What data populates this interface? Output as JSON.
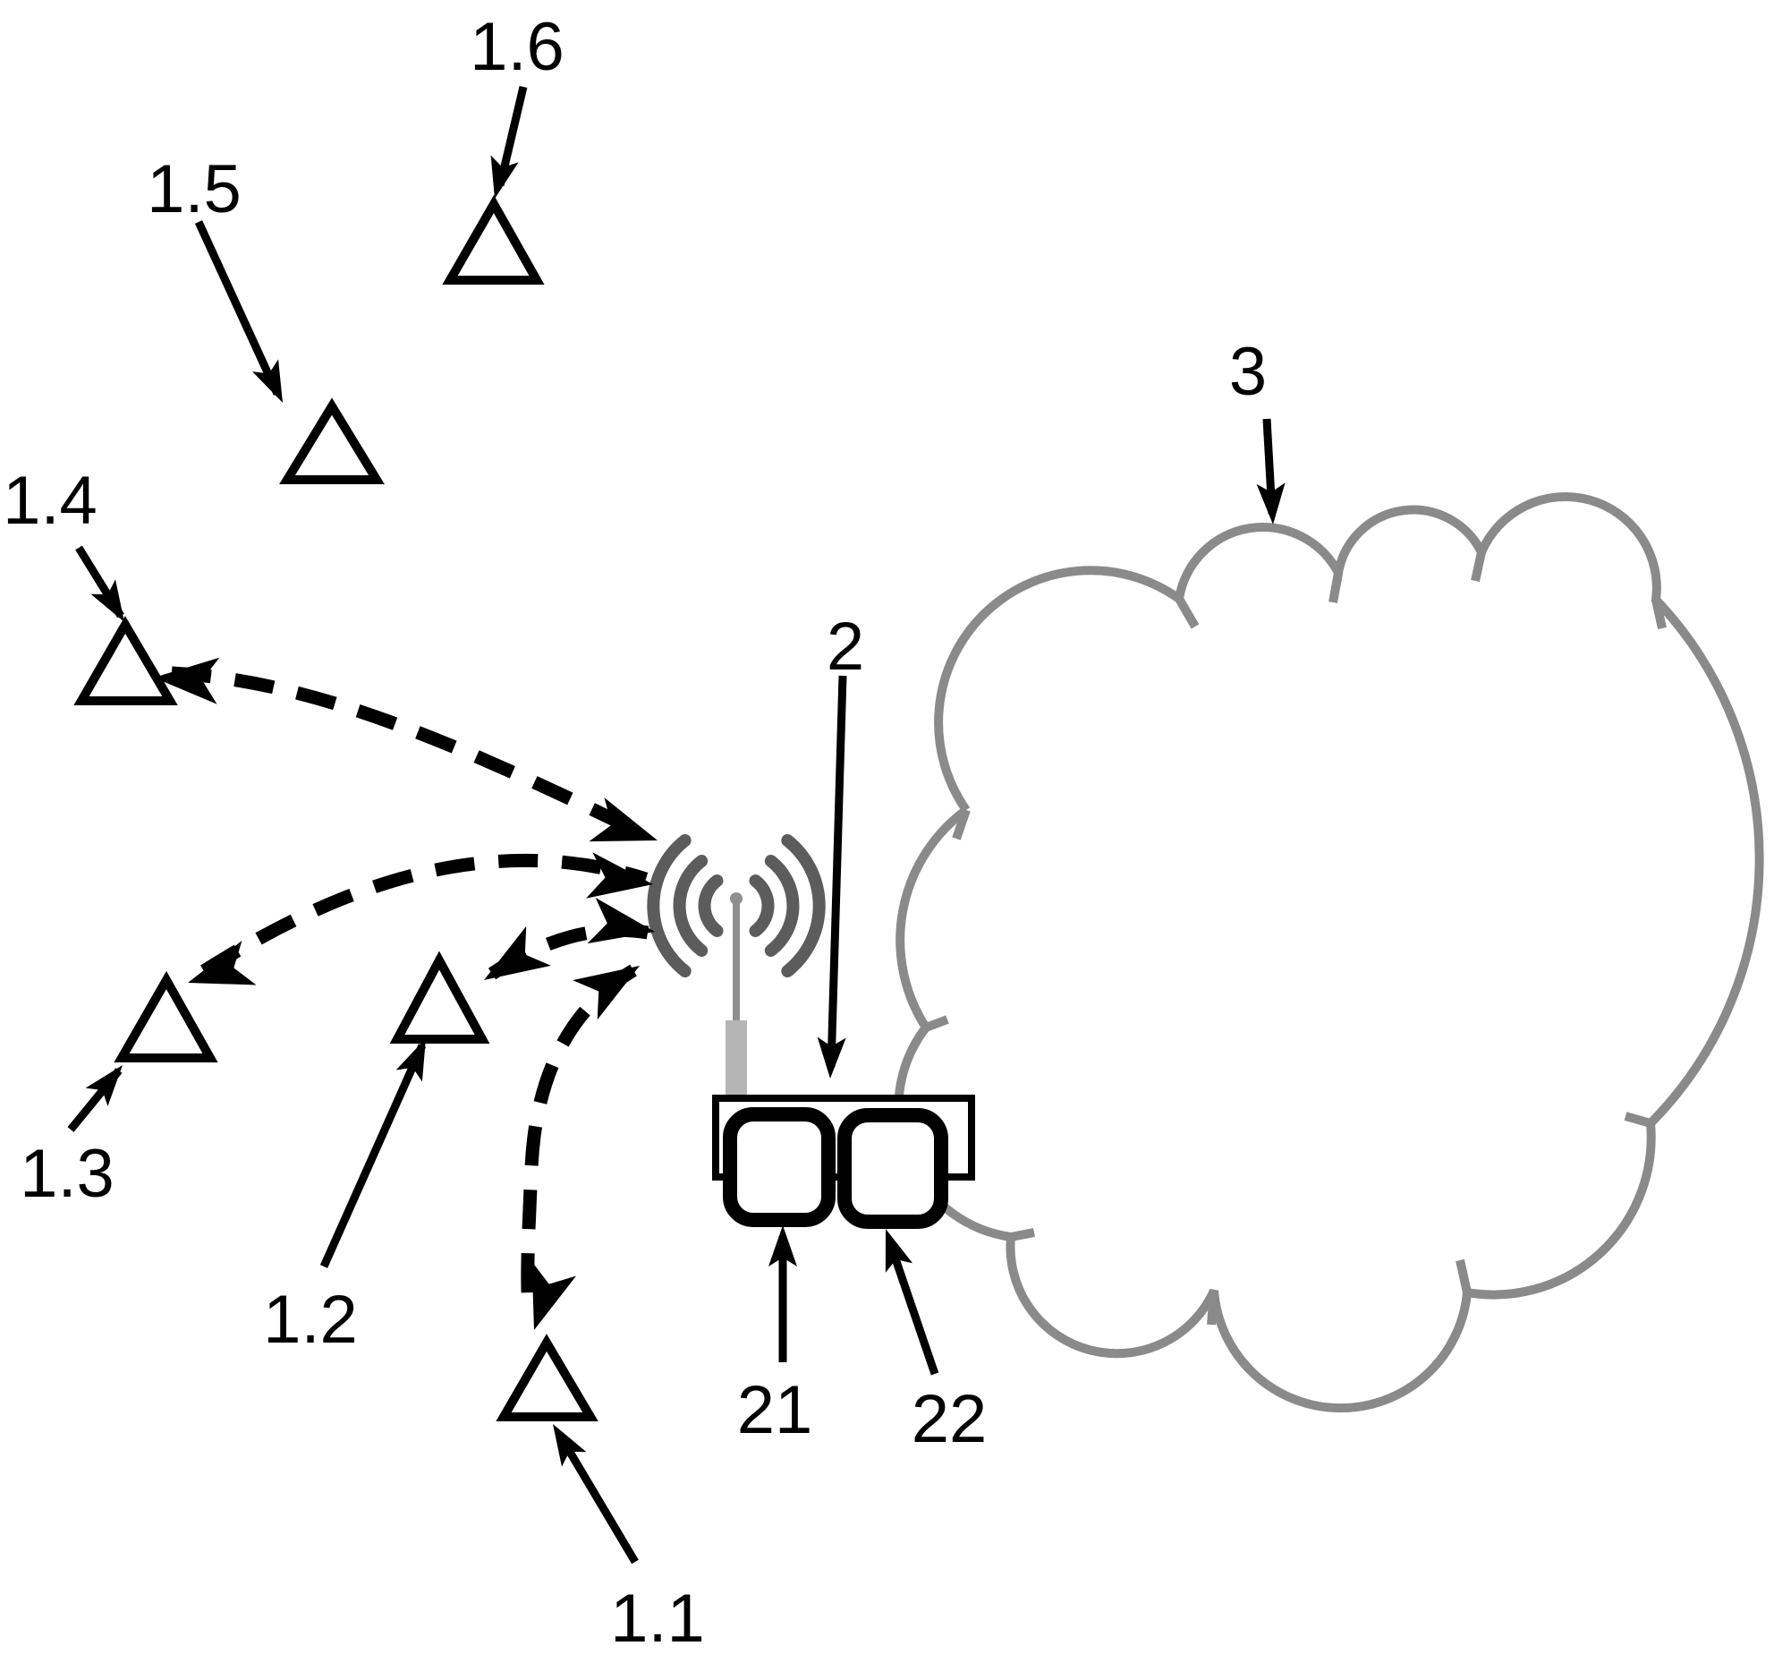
{
  "figure": {
    "type": "patent-style network diagram",
    "background_color": "#ffffff",
    "line_color": "#000000",
    "cloud_color": "#8a8a8a",
    "wifi_wave_color": "#5c5c5c",
    "mast_color": "#8f8f8f",
    "mast_base_color": "#b5b5b5"
  },
  "labels": {
    "ref_1_1": "1.1",
    "ref_1_2": "1.2",
    "ref_1_3": "1.3",
    "ref_1_4": "1.4",
    "ref_1_5": "1.5",
    "ref_1_6": "1.6",
    "ref_2": "2",
    "ref_21": "21",
    "ref_22": "22",
    "ref_3": "3"
  },
  "icons": {
    "sensor_node": "triangle-node-icon",
    "access_point": "wifi-antenna-icon",
    "gateway_device": "device-box-icon",
    "network": "cloud-icon",
    "links": "dashed-double-arrow-icon"
  }
}
